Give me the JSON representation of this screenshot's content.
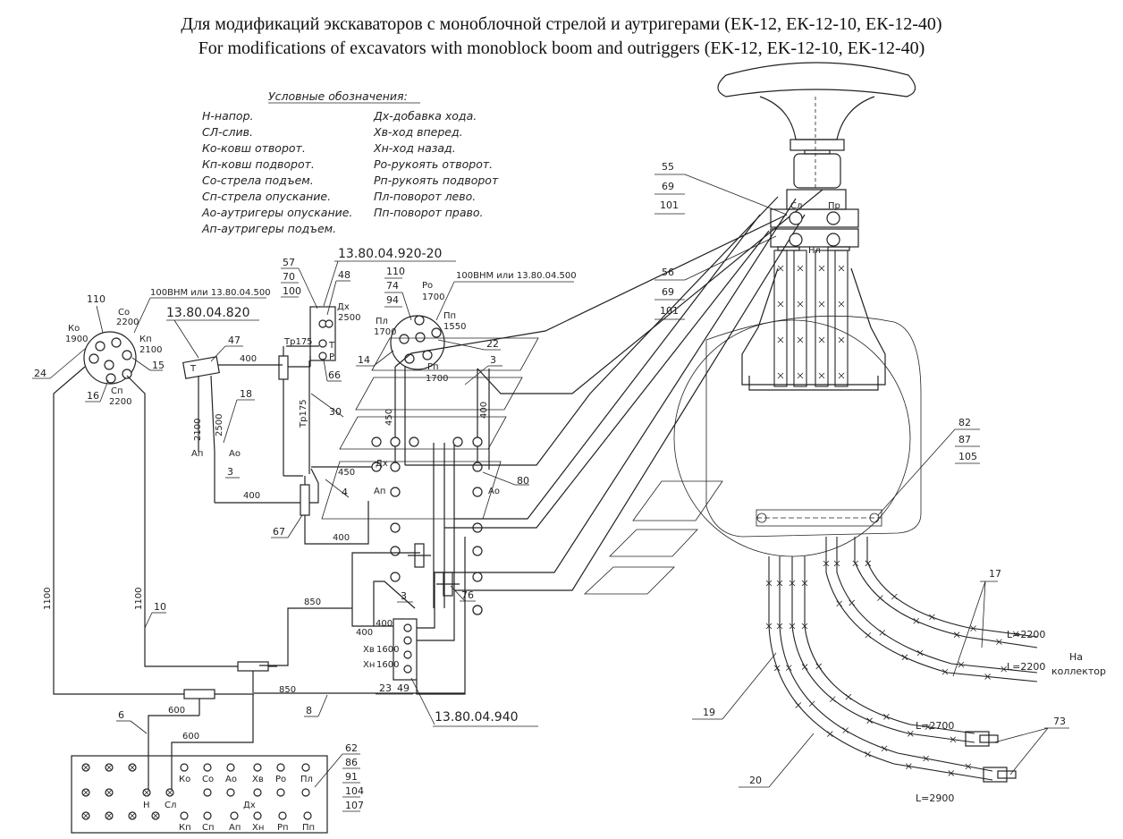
{
  "title": {
    "ru": "Для модификаций экскаваторов с моноблочной стрелой и аутригерами (ЕК-12, ЕК-12-10, ЕК-12-40)",
    "en": "For modifications of excavators with monoblock boom and outriggers (EK-12, EK-12-10, EK-12-40)"
  },
  "legend": {
    "heading": "Условные обозначения:",
    "left": [
      "Н-напор.",
      "СЛ-слив.",
      "Ко-ковш отворот.",
      "Кп-ковш подворот.",
      "Со-стрела подъем.",
      "Сп-стрела опускание.",
      "Ао-аутригеры опускание.",
      "Ап-аутригеры подъем."
    ],
    "right": [
      "Дх-добавка хода.",
      "Хв-ход вперед.",
      "Хн-ход назад.",
      "Ро-рукоять отворот.",
      "Рп-рукоять подворот",
      "Пл-поворот лево.",
      "Пп-поворот право."
    ]
  },
  "assemblies": {
    "valve_820": "13.80.04.820",
    "valve_920": "13.80.04.920-20",
    "valve_940": "13.80.04.940",
    "joystick_alt": "100ВНМ или 13.80.04.500"
  },
  "joystick_left": {
    "ports": [
      "Ко 1900",
      "Со 2200",
      "Кп 2100",
      "Сп 2200"
    ],
    "Ko": "Ко",
    "Ko_len": "1900",
    "Co": "Со",
    "Co_len": "2200",
    "Kp": "Кп",
    "Kp_len": "2100",
    "Sp": "Сп",
    "Sp_len": "2200"
  },
  "joystick_right": {
    "Ro": "Ро",
    "Ro_len": "1700",
    "Pl": "Пл",
    "Pl_len": "1700",
    "Pp": "Пп",
    "Pp_len": "1550",
    "Rp": "Рп",
    "Rp_len": "1700"
  },
  "valve_820_labels": {
    "T": "Т",
    "Ap": "Ап",
    "Ao": "Ао",
    "len_2100": "2100",
    "len_2500": "2500"
  },
  "valve_920_labels": {
    "Dx": "Дх",
    "Dx_len": "2500",
    "T": "Т",
    "P": "Р",
    "Tr175": "Тр175",
    "Tr175_v": "Тр175"
  },
  "block_labels": {
    "Dx": "Дх",
    "Ap": "Ап",
    "Ao": "Ао",
    "Xv": "Хв",
    "Xv_len": "1600",
    "Xn": "Хн",
    "Xn_len": "1600",
    "len_400": "400"
  },
  "steering": {
    "Sl": "Сл",
    "Pr": "Пр",
    "Nl": "Нл"
  },
  "dims": {
    "d400a": "400",
    "d400b": "400",
    "d400c": "400",
    "d400d": "400",
    "d400e": "400",
    "d450a": "450",
    "d450b": "450",
    "d1100a": "1100",
    "d1100b": "1100",
    "d850a": "850",
    "d850b": "850",
    "d600a": "600",
    "d600b": "600"
  },
  "hoses": {
    "L2200a": "L=2200",
    "L2200b": "L=2200",
    "L2700": "L=2700",
    "L2900": "L=2900",
    "collector_line1": "На",
    "collector_line2": "коллектор"
  },
  "part_numbers": {
    "p110a": "110",
    "p24": "24",
    "p15": "15",
    "p16": "16",
    "p47": "47",
    "p18": "18",
    "p3a": "3",
    "p3b": "3",
    "p3c": "3",
    "p57": "57",
    "p70": "70",
    "p100": "100",
    "p48": "48",
    "p66": "66",
    "p30": "30",
    "p4": "4",
    "p67": "67",
    "p110b": "110",
    "p74": "74",
    "p94": "94",
    "p14": "14",
    "p22": "22",
    "p80": "80",
    "p76": "76",
    "p10": "10",
    "p6": "6",
    "p8": "8",
    "p23": "23",
    "p49": "49",
    "p55": "55",
    "p69a": "69",
    "p101a": "101",
    "p56": "56",
    "p69b": "69",
    "p101b": "101",
    "p82": "82",
    "p87": "87",
    "p105": "105",
    "p17": "17",
    "p19": "19",
    "p20": "20",
    "p73": "73",
    "p62": "62",
    "p86": "86",
    "p91": "91",
    "p104": "104",
    "p107": "107"
  },
  "distributor": {
    "N": "Н",
    "Sl": "Сл",
    "Dx": "Дх",
    "top_row": [
      "Ко",
      "Со",
      "Ао",
      "Хв",
      "Ро",
      "Пл"
    ],
    "bottom_row": [
      "Кп",
      "Сп",
      "Ап",
      "Хн",
      "Рп",
      "Пп"
    ]
  }
}
